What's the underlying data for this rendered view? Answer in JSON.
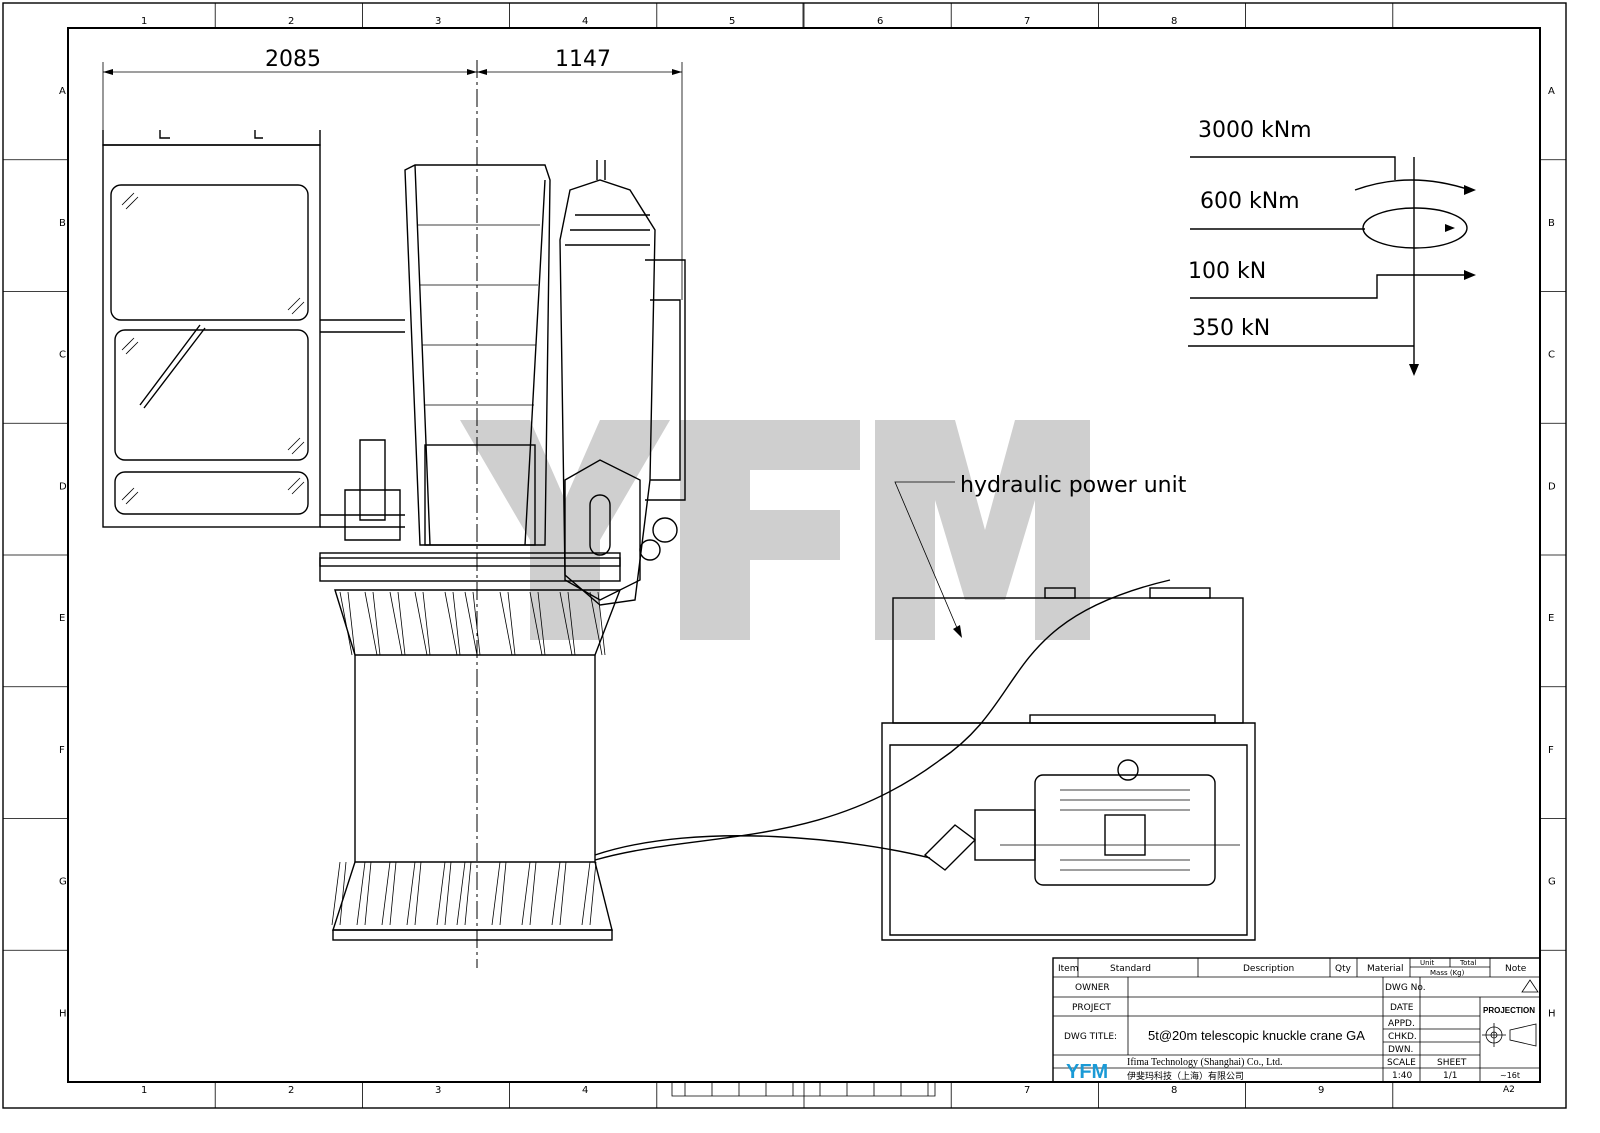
{
  "zones": {
    "top_numbers": [
      "1",
      "2",
      "3",
      "4",
      "5",
      "6",
      "7",
      "8"
    ],
    "bottom_numbers": [
      "1",
      "2",
      "3",
      "4",
      "7",
      "8",
      "9"
    ],
    "letters": [
      "A",
      "B",
      "C",
      "D",
      "E",
      "F",
      "G",
      "H"
    ]
  },
  "dimensions": {
    "left": "2085",
    "right": "1147"
  },
  "loads": [
    "3000  kNm",
    "600  kNm",
    "100  kN",
    "350  kN"
  ],
  "callout": "hydraulic  power  unit",
  "watermark": "YFM",
  "title_block": {
    "headers": [
      "Item",
      "Standard",
      "Description",
      "Qty",
      "Material",
      "Unit",
      "Total",
      "Mass  (Kg)",
      "Note"
    ],
    "owner_label": "OWNER",
    "project_label": "PROJECT",
    "dwg_title_label": "DWG TITLE:",
    "dwg_title": "5t@20m telescopic knuckle crane GA",
    "dwg_no_label": "DWG No.",
    "date_label": "DATE",
    "appd_label": "APPD.",
    "chkd_label": "CHKD.",
    "dwn_label": "DWN.",
    "scale_label": "SCALE",
    "sheet_label": "SHEET",
    "scale": "1:40",
    "sheet": "1/1",
    "mass": "~16t",
    "size": "A2",
    "projection_label": "PROJECTION",
    "company_logo": "YFM",
    "company_en": "Ifima Technology (Shanghai) Co., Ltd.",
    "company_cn": "伊斐玛科技（上海）有限公司",
    "logo_color": "#1a9ad6"
  }
}
